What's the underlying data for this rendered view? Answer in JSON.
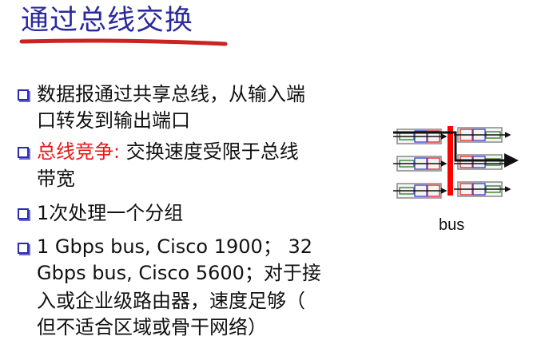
{
  "slide": {
    "title": "通过总线交换",
    "title_underline_color": "#cc2222",
    "title_color": "#2a2a9c",
    "bullets": [
      {
        "lines": [
          "数据报通过共享总线，从输入端",
          "口转发到输出端口"
        ]
      },
      {
        "highlight": "总线竞争:",
        "highlight_color": "#e81818",
        "lines_rest": [
          " 交换速度受限于总线",
          "带宽"
        ]
      },
      {
        "lines": [
          "1次处理一个分组"
        ]
      },
      {
        "lines": [
          "1 Gbps bus, Cisco 1900；  32",
          "Gbps bus, Cisco 5600；对于接",
          "入或企业级路由器，速度足够（",
          "但不适合区域或骨干网络）"
        ]
      }
    ]
  },
  "diagram": {
    "label": "bus",
    "bus_color": "#ff0000",
    "input_ports": 3,
    "output_ports": 3,
    "queue_slot_colors": [
      "#2a7a2a",
      "#3a3ad0",
      "#e02020"
    ]
  }
}
